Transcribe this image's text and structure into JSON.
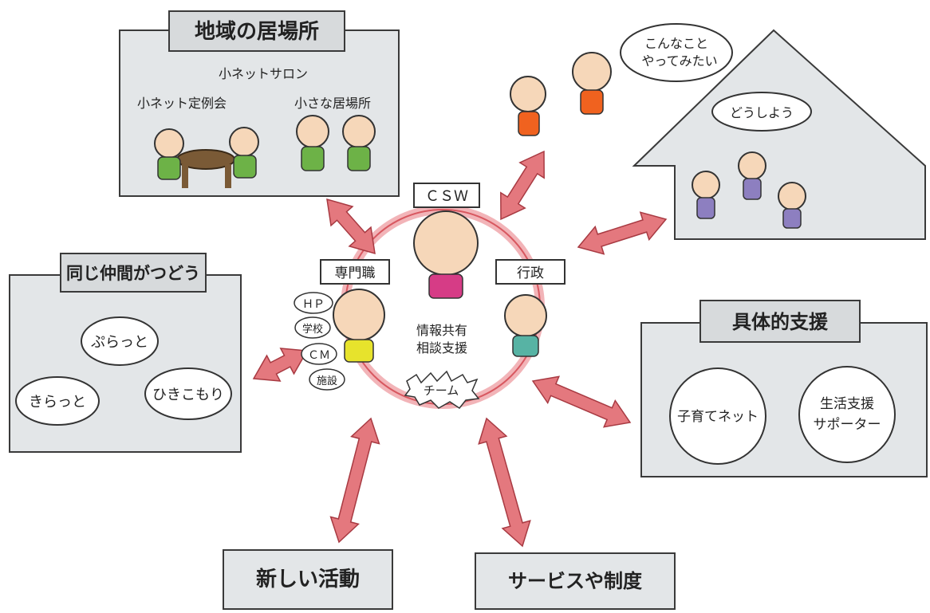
{
  "community_place": {
    "title": "地域の居場所",
    "salon": "小ネットサロン",
    "regular_meeting": "小ネット定例会",
    "small_place": "小さな居場所"
  },
  "peer_group": {
    "title": "同じ仲間がつどう",
    "items": [
      "ぷらっと",
      "きらっと",
      "ひきこもり"
    ]
  },
  "concrete_support": {
    "title": "具体的支援",
    "items": [
      "子育てネット",
      "生活支援",
      "サポーター"
    ]
  },
  "new_activity": {
    "title": "新しい活動"
  },
  "services": {
    "title": "サービスや制度"
  },
  "house": {
    "thought": "どうしよう"
  },
  "speech": {
    "line1": "こんなこと",
    "line2": "やってみたい"
  },
  "team": {
    "csw": "ＣＳＷ",
    "professional": "専門職",
    "admin": "行政",
    "center_line1": "情報共有",
    "center_line2": "相談支援",
    "team_label": "チーム",
    "tags": [
      "ＨＰ",
      "学校",
      "ＣＭ",
      "施設"
    ]
  },
  "colors": {
    "panel": "#e3e6e8",
    "label": "#d7dadc",
    "arrow": "#e4787e",
    "arrow_light": "#f2b4b8",
    "skin": "#f6d7b9",
    "green": "#6db247",
    "purple": "#8d7fc0",
    "orange": "#f0621f",
    "magenta": "#d63c86",
    "teal": "#57b3a4",
    "yellow": "#e7e32c"
  }
}
